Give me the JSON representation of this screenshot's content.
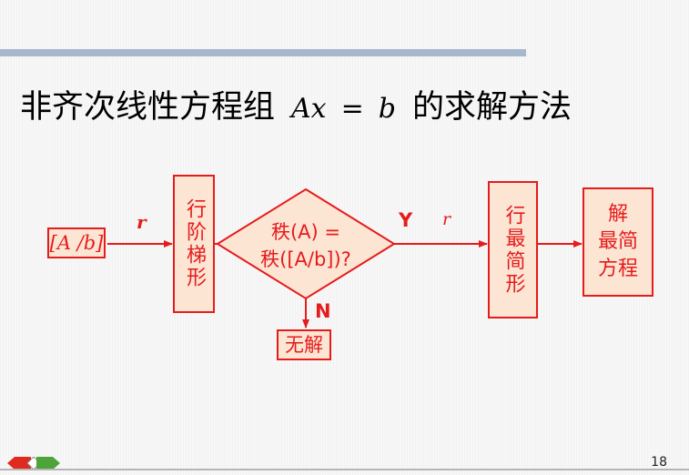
{
  "title": {
    "text_before": "非齐次线性方程组",
    "math_lhs": "Ax",
    "math_eq": "=",
    "math_rhs": "b",
    "text_after": "的求解方法"
  },
  "flow": {
    "input": "[A /b]",
    "edge1_label": "r",
    "box_row_echelon": "行阶梯形",
    "decision_line1": "秩(A) =",
    "decision_line2": "秩([A/b])?",
    "yes_label": "Y",
    "edge2_label": "r",
    "box_reduced": "行最简形",
    "no_label": "N",
    "no_solution": "无解",
    "solve_line1": "解",
    "solve_line2": "最简",
    "solve_line3": "方程"
  },
  "page_number": "18",
  "colors": {
    "accent": "#e51c1c",
    "box_fill": "#fde5d4",
    "top_bar": "#a7b7cd"
  },
  "icons": [
    "nav-prev-icon",
    "nav-home-icon",
    "nav-next-icon"
  ]
}
